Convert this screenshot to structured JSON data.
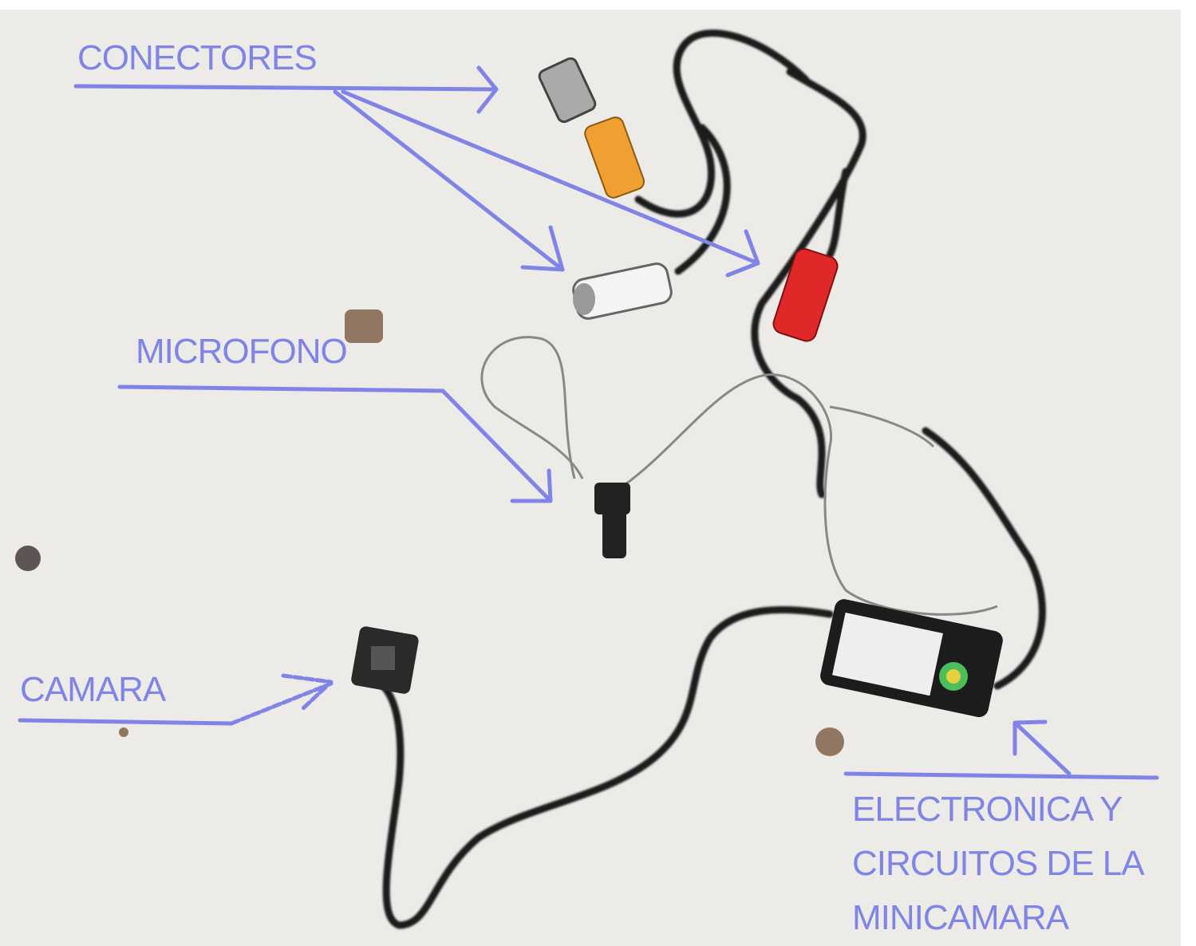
{
  "labels": {
    "connectors": "CONECTORES",
    "microphone": "MICROFONO",
    "camera": "CAMARA",
    "electronics": [
      "ELECTRONICA Y",
      "CIRCUITOS DE LA",
      "MINICAMARA"
    ]
  },
  "colors": {
    "annotation": "#7f84e6",
    "background": "#ecebe8",
    "cable": "#1a1a1a",
    "rca_orange": "#f0a030",
    "rca_red": "#e02828",
    "rca_white": "#f2f2f2"
  }
}
